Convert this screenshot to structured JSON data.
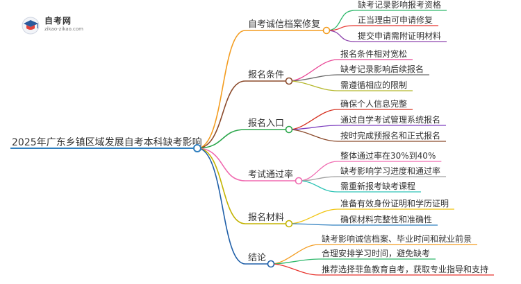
{
  "logo": {
    "title": "自考网",
    "subtitle": "zikao-zikao.com"
  },
  "root": {
    "label": "2025年广东乡镇区域发展自考本科缺考影响",
    "color": "#2f7fbf"
  },
  "branches": [
    {
      "label": "自考诚信档案修复",
      "color": "#f39c1f",
      "children": [
        {
          "label": "缺考记录影响报考资格",
          "color": "#2eb86b"
        },
        {
          "label": "正当理由可申请修复",
          "color": "#e8352e"
        },
        {
          "label": "提交申请需附证明材料",
          "color": "#8e44ad"
        }
      ]
    },
    {
      "label": "报名条件",
      "color": "#8b4a2b",
      "children": [
        {
          "label": "报名条件相对宽松",
          "color": "#e84393"
        },
        {
          "label": "缺考记录影响后续报名",
          "color": "#6b6b6b"
        },
        {
          "label": "需遵循相应的限制",
          "color": "#b5b82c"
        }
      ]
    },
    {
      "label": "报名入口",
      "color": "#2aa64a",
      "children": [
        {
          "label": "确保个人信息完整",
          "color": "#d6301f"
        },
        {
          "label": "通过自学考试管理系统报名",
          "color": "#7d3fbf"
        },
        {
          "label": "按时完成预报名和正式报名",
          "color": "#8b4a2b"
        }
      ]
    },
    {
      "label": "考试通过率",
      "color": "#f06ab0",
      "children": [
        {
          "label": "整体通过率在30%到40%",
          "color": "#f06ab0"
        },
        {
          "label": "缺考影响学习进度和通过率",
          "color": "#a0a0a0"
        },
        {
          "label": "需重新报考缺考课程",
          "color": "#2ec4b6"
        }
      ]
    },
    {
      "label": "报名材料",
      "color": "#c3b300",
      "children": [
        {
          "label": "准备有效身份证明和学历证明",
          "color": "#f1c40f"
        },
        {
          "label": "确保材料完整性和准确性",
          "color": "#2f7fbf"
        }
      ]
    },
    {
      "label": "结论",
      "color": "#1f5fa8",
      "children": [
        {
          "label": "缺考影响诚信档案、毕业时间和就业前景",
          "color": "#f39c1f"
        },
        {
          "label": "合理安排学习时间，避免缺考",
          "color": "#2eb86b"
        },
        {
          "label": "推荐选择菲鱼教育自考，获取专业指导和支持",
          "color": "#e8352e"
        }
      ]
    }
  ]
}
